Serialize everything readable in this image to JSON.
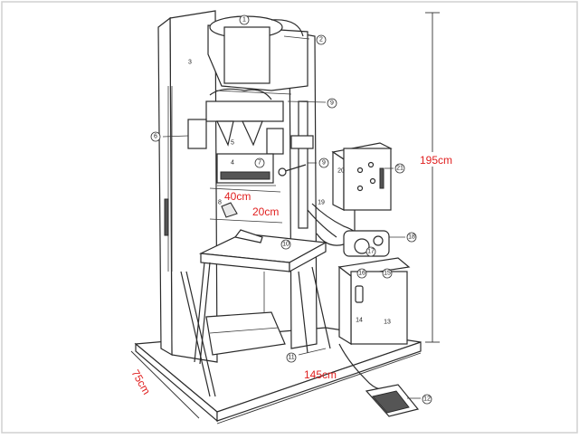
{
  "diagram": {
    "dimensions": {
      "height": "195cm",
      "depth": "75cm",
      "width": "145cm",
      "inner_width": "40cm",
      "inner_height": "20cm"
    },
    "callouts": [
      "1",
      "2",
      "3",
      "4",
      "5",
      "6",
      "7",
      "8",
      "9",
      "9",
      "10",
      "11",
      "12",
      "13",
      "14",
      "15",
      "16",
      "17",
      "18",
      "19",
      "20",
      "21"
    ],
    "colors": {
      "dimension_text": "#e02020",
      "line": "#2b2b2b",
      "frame_border": "#cfcfcf"
    }
  }
}
